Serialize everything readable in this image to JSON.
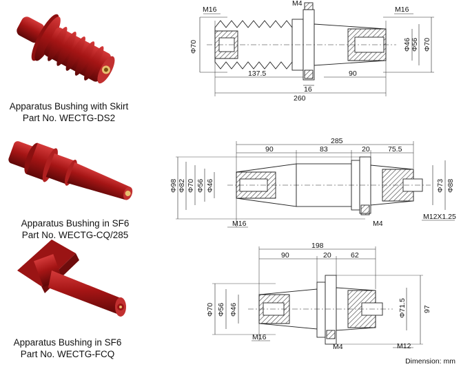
{
  "products": [
    {
      "name": "Apparatus Bushing with Skirt",
      "part": "Part No. WECTG-DS2",
      "dims": {
        "m16_left": "M16",
        "m4": "M4",
        "m16_right": "M16",
        "phi70_left": "Φ70",
        "phi46": "Φ46",
        "phi56": "Φ56",
        "phi70_right": "Φ70",
        "d137": "137.5",
        "d90": "90",
        "d16": "16",
        "d260": "260"
      }
    },
    {
      "name": "Apparatus Bushing in SF6",
      "part": "Part No. WECTG-CQ/285",
      "dims": {
        "d285": "285",
        "d90": "90",
        "d83": "83",
        "d20": "20",
        "d75": "75.5",
        "phi98": "Φ98",
        "phi82": "Φ82",
        "phi70": "Φ70",
        "phi56": "Φ56",
        "phi46": "Φ46",
        "phi73": "Φ73",
        "phi88": "Φ88",
        "m16": "M16",
        "m4": "M4",
        "m12": "M12X1.25"
      }
    },
    {
      "name": "Apparatus Bushing in SF6",
      "part": "Part No. WECTG-FCQ",
      "dims": {
        "d198": "198",
        "d90": "90",
        "d20": "20",
        "d62": "62",
        "phi70": "Φ70",
        "phi56": "Φ56",
        "phi46": "Φ46",
        "phi71": "Φ71.5",
        "d97": "97",
        "m16": "M16",
        "m4": "M4",
        "m12": "M12"
      }
    }
  ],
  "footer": "Dimension: mm",
  "colors": {
    "bushing_red": "#a01818",
    "bushing_dark": "#6e0c0c",
    "line": "#222222",
    "hatch": "#555555"
  }
}
